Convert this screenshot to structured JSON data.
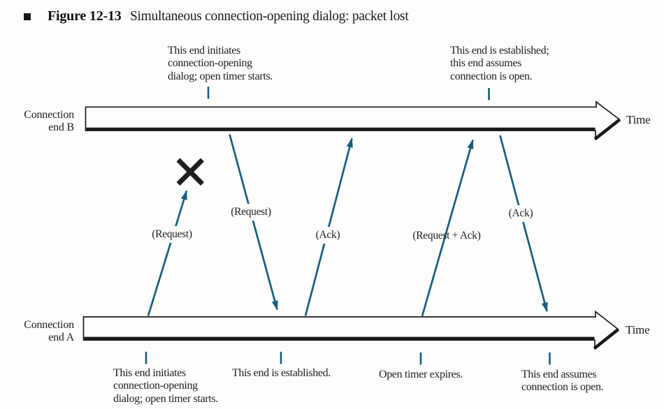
{
  "figure": {
    "label": "Figure 12-13",
    "caption": "Simultaneous connection-opening dialog: packet lost"
  },
  "colors": {
    "message_blue": "#185d7d",
    "ink_black": "#1f1f1f"
  },
  "timelines": {
    "b": {
      "name_line1": "Connection",
      "name_line2": "end B",
      "time_label": "Time"
    },
    "a": {
      "name_line1": "Connection",
      "name_line2": "end A",
      "time_label": "Time"
    }
  },
  "annotations": {
    "b_initiates": {
      "lines": [
        "This end initiates",
        "connection-opening",
        "dialog; open timer starts."
      ]
    },
    "b_established": {
      "lines": [
        "This end is established;",
        "this end assumes",
        "connection is open."
      ]
    },
    "a_initiates": {
      "lines": [
        "This end initiates",
        "connection-opening",
        "dialog; open timer starts."
      ]
    },
    "a_established": {
      "lines": [
        "This end is established."
      ]
    },
    "a_timer_expires": {
      "lines": [
        "Open timer expires."
      ]
    },
    "a_assumes_open": {
      "lines": [
        "This end assumes",
        "connection is open."
      ]
    }
  },
  "messages": {
    "m1": {
      "label": "(Request)",
      "direction": "up",
      "status": "lost"
    },
    "m2": {
      "label": "(Request)",
      "direction": "down",
      "status": "delivered"
    },
    "m3": {
      "label": "(Ack)",
      "direction": "up",
      "status": "delivered"
    },
    "m4": {
      "label": "(Request + Ack)",
      "direction": "up",
      "status": "delivered"
    },
    "m5": {
      "label": "(Ack)",
      "direction": "down",
      "status": "delivered"
    }
  }
}
